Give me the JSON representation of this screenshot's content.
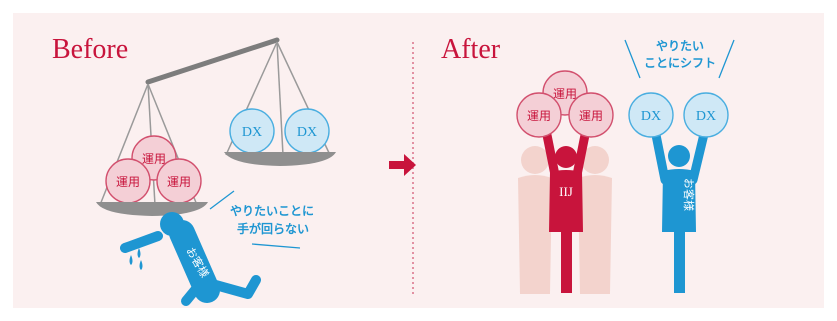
{
  "before": {
    "title": "Before",
    "left_pan_label": "運用",
    "right_pan_label": "DX",
    "callout_line1": "やりたいことに",
    "callout_line2": "手が回らない",
    "customer_label": "お客様"
  },
  "after": {
    "title": "After",
    "iij_label": "IIJ",
    "ops_label": "運用",
    "dx_label": "DX",
    "callout_line1": "やりたい",
    "callout_line2": "ことにシフト",
    "customer_label": "お客様"
  },
  "colors": {
    "crimson": "#c8143c",
    "blue": "#1e96d2",
    "pink_fill": "#f4cfd6",
    "pink_stroke": "#d2506e",
    "blue_fill": "#cfe8f6",
    "scale_gray": "#7d7d7d",
    "pan_gray": "#8f8f8f",
    "light_figure": "#f3d3cd",
    "panel_bg": "#fbf0f0"
  }
}
